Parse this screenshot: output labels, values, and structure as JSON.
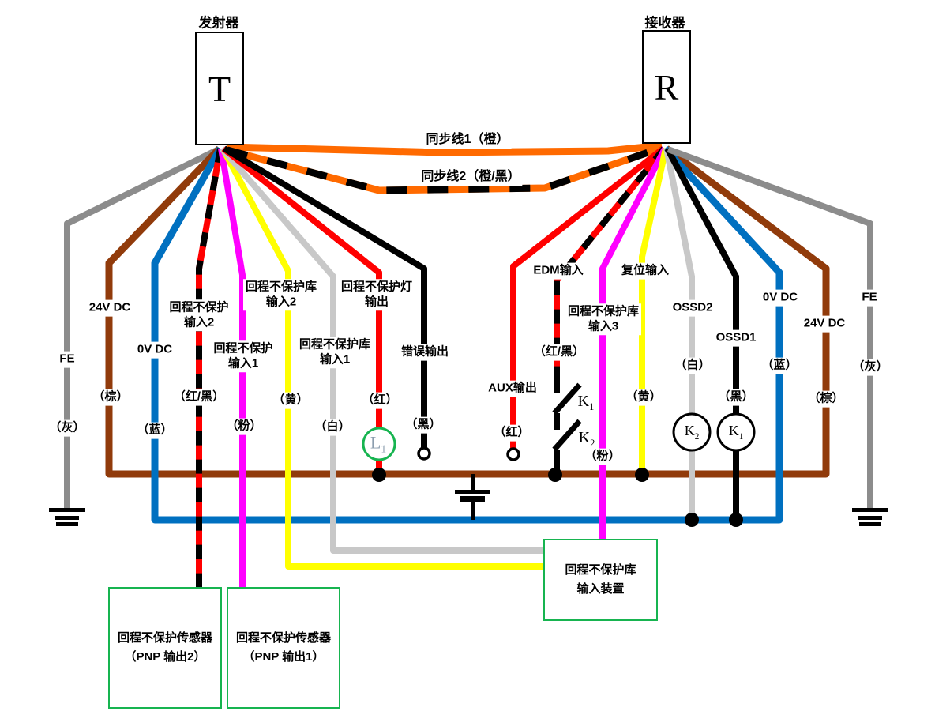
{
  "transmitter": {
    "title": "发射器",
    "symbol": "T"
  },
  "receiver": {
    "title": "接收器",
    "symbol": "R"
  },
  "sync_lines": {
    "line1_label": "同步线1（橙）",
    "line2_label": "同步线2（橙/黑）"
  },
  "left_wires": [
    {
      "signal": "FE",
      "color_label": "（灰）",
      "color": "#8C8C8C"
    },
    {
      "signal": "24V DC",
      "color_label": "（棕）",
      "color": "#913B0B"
    },
    {
      "signal": "0V DC",
      "color_label": "（蓝）",
      "color": "#0070C0"
    },
    {
      "signal": "回程不保护\n输入2",
      "color_label": "（红/黑）",
      "color": "#FF0000/#000000"
    },
    {
      "signal": "回程不保护\n输入1",
      "color_label": "（粉）",
      "color": "#FF00FF"
    },
    {
      "signal": "回程不保护库\n输入2",
      "color_label": "（黄）",
      "color": "#FFFF00"
    },
    {
      "signal": "回程不保护库\n输入1",
      "color_label": "（白）",
      "color": "#C8C8C8"
    },
    {
      "signal": "回程不保护灯\n输出",
      "color_label": "（红）",
      "color": "#FF0000"
    },
    {
      "signal": "错误输出",
      "color_label": "（黑）",
      "color": "#000000"
    }
  ],
  "right_wires": [
    {
      "signal": "AUX输出",
      "color_label": "（红）",
      "color": "#FF0000"
    },
    {
      "signal": "EDM输入",
      "color_label": "（红/黑）",
      "color": "#FF0000/#000000"
    },
    {
      "signal": "回程不保护库\n输入3",
      "color_label": "（粉）",
      "color": "#FF00FF"
    },
    {
      "signal": "复位输入",
      "color_label": "（黄）",
      "color": "#FFFF00"
    },
    {
      "signal": "OSSD2",
      "color_label": "（白）",
      "color": "#C8C8C8"
    },
    {
      "signal": "OSSD1",
      "color_label": "（黑）",
      "color": "#000000"
    },
    {
      "signal": "0V DC",
      "color_label": "（蓝）",
      "color": "#0070C0"
    },
    {
      "signal": "24V DC",
      "color_label": "（棕）",
      "color": "#913B0B"
    },
    {
      "signal": "FE",
      "color_label": "（灰）",
      "color": "#8C8C8C"
    }
  ],
  "devices": {
    "lamp": {
      "base": "L",
      "sub": "1"
    },
    "contact_k1": {
      "base": "K",
      "sub": "1"
    },
    "contact_k2": {
      "base": "K",
      "sub": "2"
    },
    "coil_k1": {
      "base": "K",
      "sub": "1"
    },
    "coil_k2": {
      "base": "K",
      "sub": "2"
    }
  },
  "boxes": {
    "sensor2": {
      "text": "回程不保护传感器\n（PNP 输出2）"
    },
    "sensor1": {
      "text": "回程不保护传感器\n（PNP 输出1）"
    },
    "input_device": {
      "text": "回程不保护库\n输入装置"
    }
  },
  "colors": {
    "orange": "#FF6A00",
    "brown": "#913B0B",
    "blue": "#0070C0",
    "red": "#FF0000",
    "magenta": "#FF00FF",
    "yellow": "#FFFF00",
    "gray": "#8C8C8C",
    "light_gray": "#C8C8C8",
    "black": "#000000",
    "green_box_border": "#17B450",
    "lamp_text": "#8B9DAE"
  }
}
